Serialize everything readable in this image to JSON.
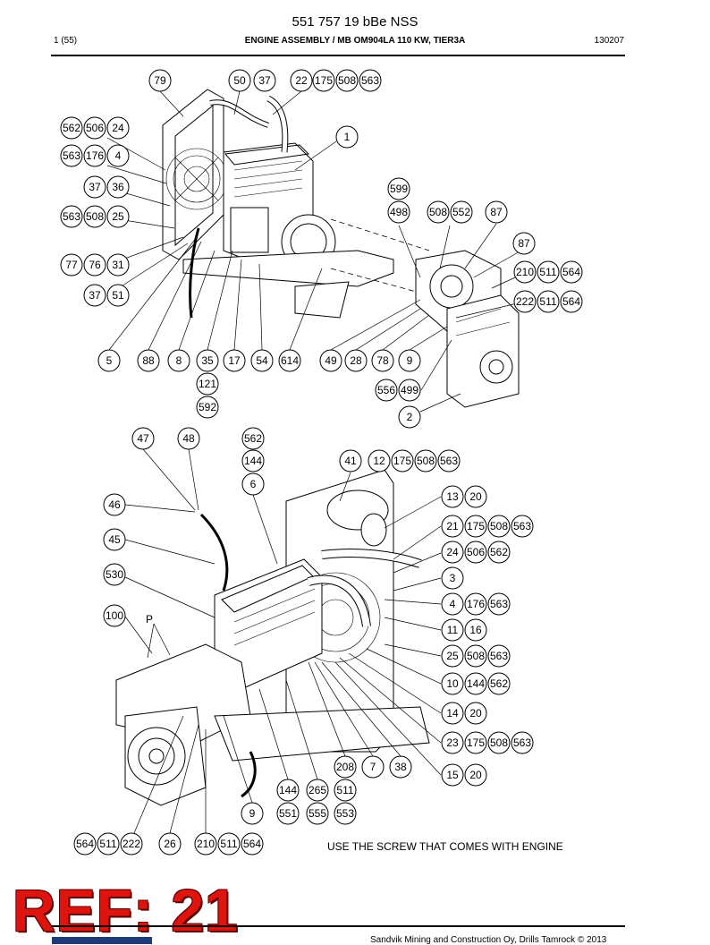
{
  "header": {
    "title": "551 757 19 bBe NSS",
    "page": "1 (55)",
    "section": "ENGINE ASSEMBLY / MB OM904LA 110 KW, TIER3A",
    "date_code": "130207"
  },
  "note": "USE THE SCREW THAT COMES WITH ENGINE",
  "ref_stamp": "REF: 21",
  "footer": "Sandvik Mining and Construction Oy, Drills Tamrock © 2013",
  "callouts_top": [
    "79",
    "50",
    "37",
    "22",
    "175",
    "508",
    "563",
    "562",
    "506",
    "24",
    "563",
    "176",
    "4",
    "1",
    "37",
    "36",
    "599",
    "563",
    "508",
    "25",
    "498",
    "508",
    "552",
    "87",
    "87",
    "77",
    "76",
    "31",
    "210",
    "511",
    "564",
    "37",
    "51",
    "222",
    "511",
    "564",
    "5",
    "88",
    "8",
    "35",
    "17",
    "54",
    "614",
    "49",
    "28",
    "78",
    "9",
    "121",
    "556",
    "499",
    "592",
    "2"
  ],
  "callouts_bottom": [
    "47",
    "48",
    "562",
    "144",
    "41",
    "12",
    "175",
    "508",
    "563",
    "6",
    "46",
    "13",
    "20",
    "21",
    "175",
    "508",
    "563",
    "45",
    "24",
    "506",
    "562",
    "530",
    "3",
    "4",
    "176",
    "563",
    "100",
    "P",
    "11",
    "16",
    "25",
    "508",
    "563",
    "10",
    "144",
    "562",
    "14",
    "20",
    "23",
    "175",
    "508",
    "563",
    "208",
    "7",
    "38",
    "15",
    "20",
    "144",
    "265",
    "511",
    "9",
    "551",
    "555",
    "553",
    "564",
    "511",
    "222",
    "26",
    "210",
    "511",
    "564"
  ]
}
